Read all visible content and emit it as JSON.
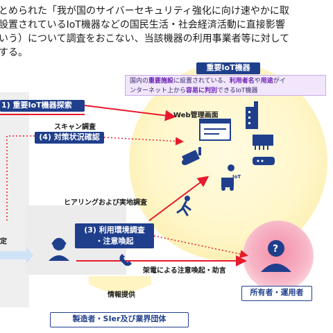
{
  "intro": {
    "line1": "とめられた「我が国のサイバーセキュリティ強化に向け速やかに取",
    "line2": "設置されているIoT機器などの国民生活・社会経済活動に直接影響",
    "line3": "いう）について調査をおこない、当該機器の利用事業者等に対して",
    "line4": "する。"
  },
  "boxes": {
    "iot_title": "重要IoT機器",
    "step1": "1) 重要IoT機器探索",
    "step4": "(4) 対策状況確認",
    "step3_line1": "(3) 利用環境調査",
    "step3_line2": "・注意喚起",
    "owner": "所有者・運用者",
    "makers": "製造者・SIer及び業界団体"
  },
  "info": {
    "part1": "国内の",
    "bold1": "重要施設",
    "part2": "に設置されている、",
    "bold2": "利用者名",
    "part3": "や",
    "bold3": "用途",
    "part4": "がイ",
    "part5": "ンターネット上から",
    "bold4": "容易に判別",
    "part6": "できるIoT機器"
  },
  "labels": {
    "web": "Web管理画面",
    "scan": "スキャン調査",
    "hearing": "ヒアリングおよび実地調査",
    "call": "架電による注意喚起・助言",
    "info_provide": "情報提供",
    "left_cut": "定",
    "iot_tag": "IoT"
  },
  "colors": {
    "navy": "#1f3f8c",
    "red": "#e8192c",
    "yellow": "#fff6c9",
    "pink": "#f58ea8"
  }
}
